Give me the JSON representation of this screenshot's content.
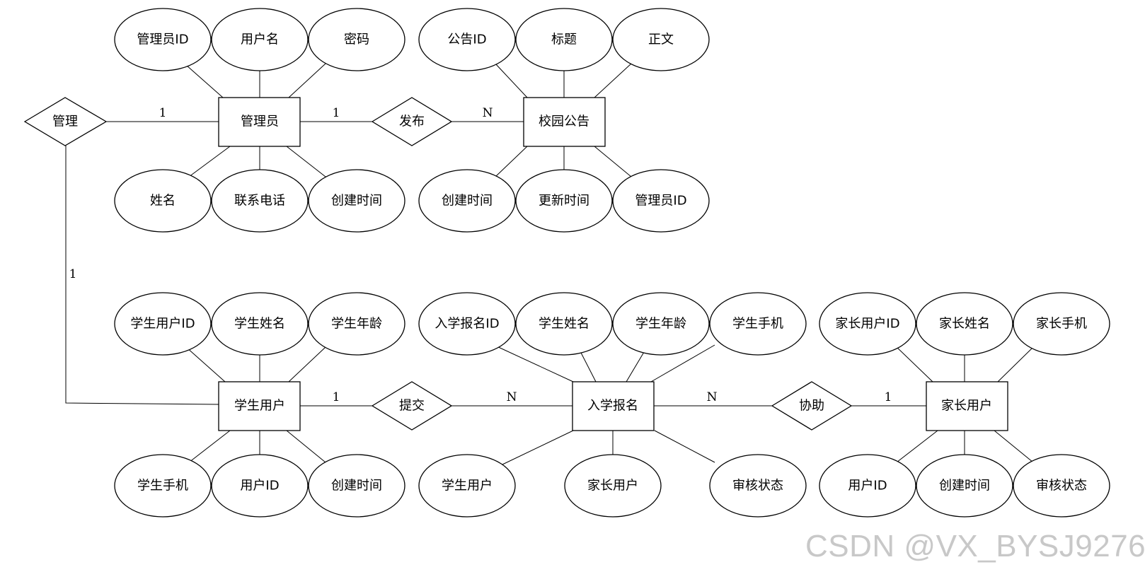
{
  "entities": {
    "admin": "管理员",
    "notice": "校园公告",
    "student_user": "学生用户",
    "enrollment": "入学报名",
    "parent_user": "家长用户"
  },
  "relationships": {
    "manage": "管理",
    "publish": "发布",
    "submit": "提交",
    "assist": "协助"
  },
  "attributes": {
    "admin": [
      "管理员ID",
      "用户名",
      "密码",
      "姓名",
      "联系电话",
      "创建时间"
    ],
    "notice": [
      "公告ID",
      "标题",
      "正文",
      "创建时间",
      "更新时间",
      "管理员ID"
    ],
    "student_user": [
      "学生用户ID",
      "学生姓名",
      "学生年龄",
      "学生手机",
      "用户ID",
      "创建时间"
    ],
    "enrollment": [
      "入学报名ID",
      "学生姓名",
      "学生年龄",
      "学生手机",
      "学生用户",
      "家长用户",
      "审核状态"
    ],
    "parent_user": [
      "家长用户ID",
      "家长姓名",
      "家长手机",
      "用户ID",
      "创建时间",
      "审核状态"
    ]
  },
  "cardinalities": {
    "manage_admin": "1",
    "manage_student": "1",
    "publish_admin": "1",
    "publish_notice": "N",
    "submit_student": "1",
    "submit_enrollment": "N",
    "assist_enrollment": "N",
    "assist_parent": "1"
  },
  "watermark": "CSDN @VX_BYSJ9276"
}
